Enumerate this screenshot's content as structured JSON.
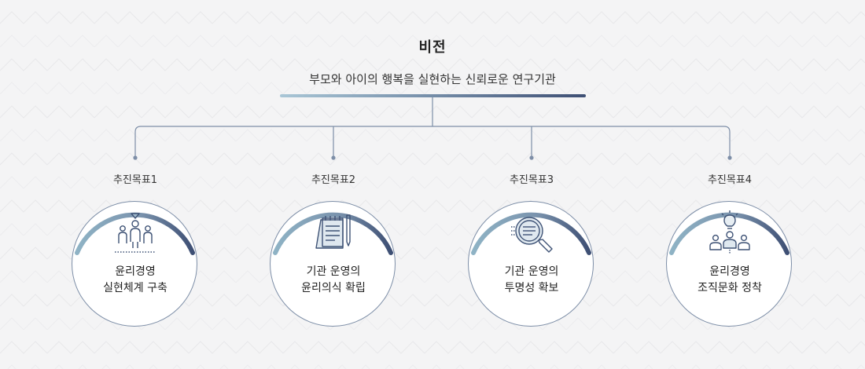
{
  "vision": {
    "title": "비전",
    "statement": "부모와 아이의 행복을 실현하는 신뢰로운 연구기관"
  },
  "colors": {
    "arc_light": "#8fb3c5",
    "arc_dark": "#3e4f74",
    "line": "#7d8ea7",
    "icon": "#3e5275"
  },
  "goals": [
    {
      "label": "추진목표1",
      "icon": "people-team-icon",
      "line1": "윤리경영",
      "line2": "실현체계 구축"
    },
    {
      "label": "추진목표2",
      "icon": "notepad-pen-icon",
      "line1": "기관 운영의",
      "line2": "윤리의식 확립"
    },
    {
      "label": "추진목표3",
      "icon": "magnifier-document-icon",
      "line1": "기관 운영의",
      "line2": "투명성 확보"
    },
    {
      "label": "추진목표4",
      "icon": "lightbulb-people-icon",
      "line1": "윤리경영",
      "line2": "조직문화 정착"
    }
  ]
}
